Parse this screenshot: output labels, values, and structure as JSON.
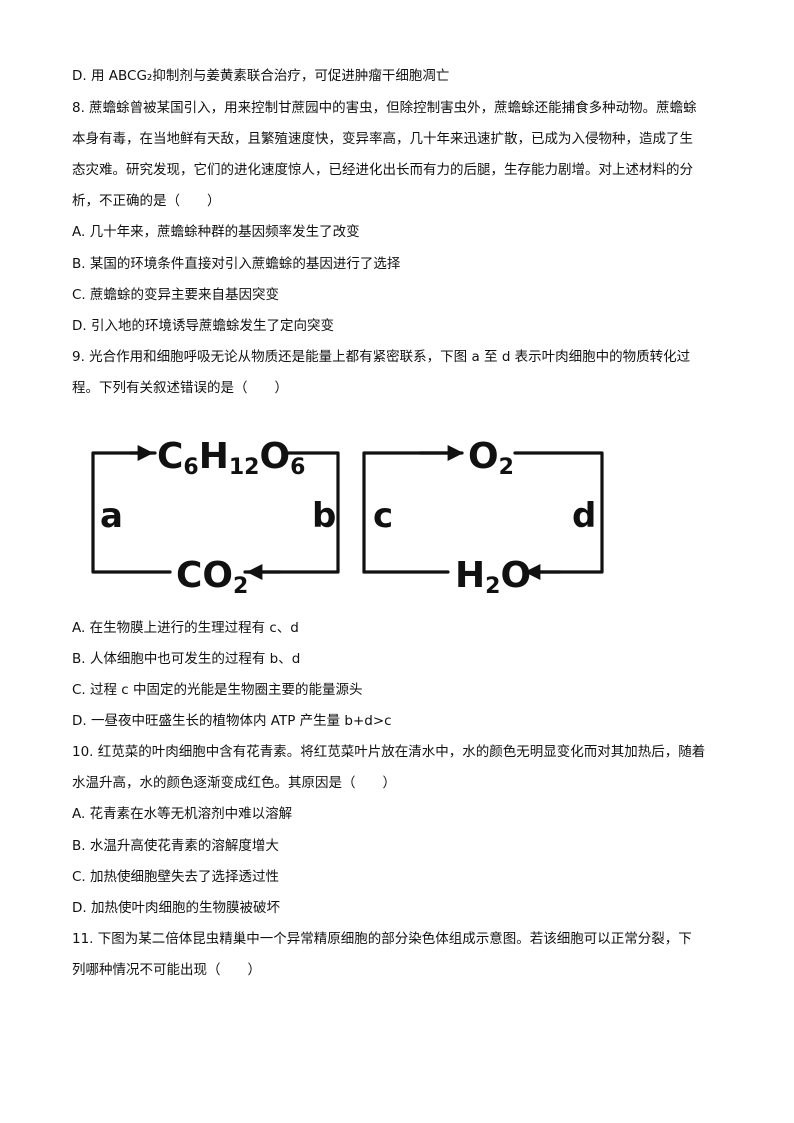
{
  "lines": [
    "D. 用 ABCG₂抑制剂与姜黄素联合治疗，可促进肿瘤干细胞凋亡",
    "8. 蔗蟾蜍曾被某国引入，用来控制甘蔗园中的害虫，但除控制害虫外，蔗蟾蜍还能捕食多种动物。蔗蟾蜍",
    "本身有毒，在当地鲜有天敌，且繁殖速度快，变异率高，几十年来迅速扩散，已成为入侵物种，造成了生",
    "态灾难。研究发现，它们的进化速度惊人，已经进化出长而有力的后腿，生存能力剧增。对上述材料的分",
    "析，不正确的是（　　）",
    "A. 几十年来，蔗蟾蜍种群的基因频率发生了改变",
    "B. 某国的环境条件直接对引入蔗蟾蜍的基因进行了选择",
    "C. 蔗蟾蜍的变异主要来自基因突变",
    "D. 引入地的环境诱导蔗蟾蜍发生了定向突变",
    "9. 光合作用和细胞呼吸无论从物质还是能量上都有紧密联系，下图 a 至 d 表示叶肉细胞中的物质转化过",
    "程。下列有关叙述错误的是（　　）",
    "A. 在生物膜上进行的生理过程有 c、d",
    "B. 人体细胞中也可发生的过程有 b、d",
    "C. 过程 c 中固定的光能是生物圈主要的能量源头",
    "D. 一昼夜中旺盛生长的植物体内 ATP 产生量 b+d>c",
    "10. 红苋菜的叶肉细胞中含有花青素。将红苋菜叶片放在清水中，水的颜色无明显变化而对其加热后，随着",
    "水温升高，水的颜色逐渐变成红色。其原因是（　　）",
    "A. 花青素在水等无机溶剂中难以溶解",
    "B. 水温升高使花青素的溶解度增大",
    "C. 加热使细胞壁失去了选择透过性",
    "D. 加热使叶肉细胞的生物膜被破坏",
    "11. 下图为某二倍体昆虫精巢中一个异常精原细胞的部分染色体组成示意图。若该细胞可以正常分裂，下",
    "列哪种情况不可能出现（　　）"
  ],
  "diagram": {
    "left": {
      "top_formula": {
        "c1": "C",
        "s1": "6",
        "c2": "H",
        "s2": "12",
        "c3": "O",
        "s3": "6"
      },
      "bottom_formula": {
        "c1": "CO",
        "s1": "2"
      },
      "left_label": "a",
      "right_label": "b"
    },
    "right": {
      "top_formula": {
        "c1": "O",
        "s1": "2"
      },
      "bottom_formula": {
        "c1": "H",
        "s1": "2",
        "c2": "O"
      },
      "left_label": "c",
      "right_label": "d"
    }
  }
}
